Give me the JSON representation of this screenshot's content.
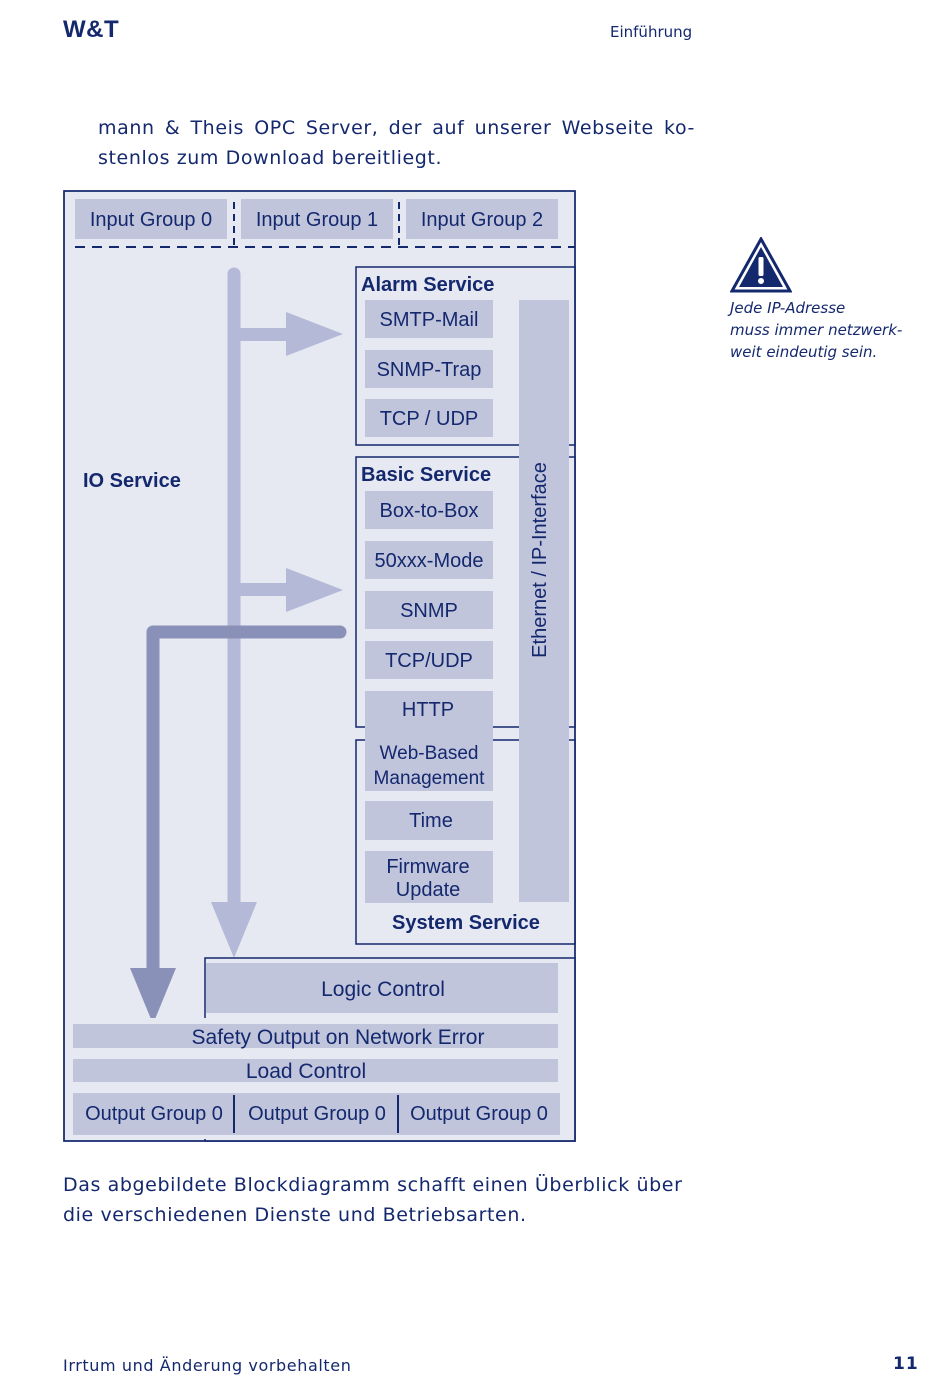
{
  "header": {
    "logo": "W&T",
    "chapter": "Einführung"
  },
  "intro": {
    "line1": "mann & Theis OPC Server, der auf unserer Webseite ko-",
    "line2": "stenlos zum Download bereitliegt."
  },
  "note": {
    "icon": "warning-triangle-icon",
    "lines": [
      "Jede IP-Adresse",
      "muss immer netzwerk-",
      "weit eindeutig sein."
    ]
  },
  "diagram": {
    "input_groups": [
      "Input Group 0",
      "Input Group 1",
      "Input Group 2"
    ],
    "io_service": "IO Service",
    "alarm_service": {
      "title": "Alarm Service",
      "items": [
        "SMTP-Mail",
        "SNMP-Trap",
        "TCP / UDP"
      ]
    },
    "basic_service": {
      "title": "Basic Service",
      "items": [
        "Box-to-Box",
        "50xxx-Mode",
        "SNMP",
        "TCP/UDP"
      ]
    },
    "system_service": {
      "title": "System Service",
      "items": [
        "HTTP",
        "Web-Based",
        "Management",
        "Time",
        "Firmware",
        "Update"
      ]
    },
    "ethernet": "Ethernet / IP-Interface",
    "logic_control": "Logic Control",
    "safety_output": "Safety Output on Network Error",
    "load_control": "Load Control",
    "output_groups": [
      "Output Group 0",
      "Output Group 0",
      "Output Group 0"
    ],
    "colors": {
      "frame_bg": "#e6e8f2",
      "box": "#c1c5dc",
      "border": "#14286e",
      "arrow_light": "#b3b9d6",
      "arrow_dark": "#8a91b8"
    }
  },
  "caption": {
    "line1": "Das abgebildete Blockdiagramm schafft einen Überblick über",
    "line2": "die verschiedenen Dienste und Betriebsarten."
  },
  "footer": {
    "left": "Irrtum und Änderung vorbehalten",
    "page_number": "11"
  }
}
